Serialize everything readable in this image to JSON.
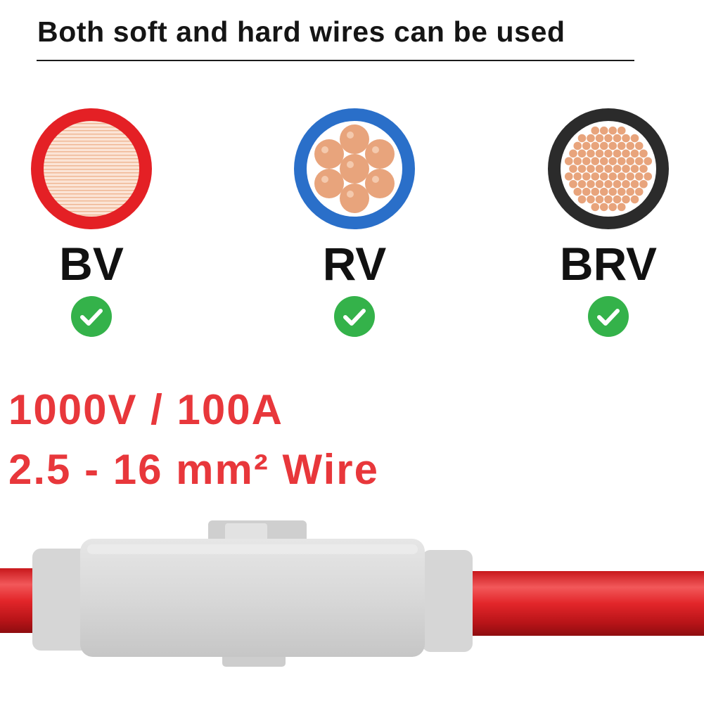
{
  "header": {
    "title": "Both soft and hard wires can be used"
  },
  "wire_types": [
    {
      "label": "BV",
      "ring_color": "#e42025",
      "core": "solid",
      "supported": true
    },
    {
      "label": "RV",
      "ring_color": "#2a6fc9",
      "core": "stranded-7",
      "supported": true
    },
    {
      "label": "BRV",
      "ring_color": "#2b2b2b",
      "core": "fine-stranded",
      "supported": true
    }
  ],
  "icons": {
    "check": "check-circle-icon"
  },
  "colors": {
    "accent_red": "#e8373b",
    "check_green": "#34b24a",
    "copper": "#e8a47c",
    "housing_gray": "#d9d9d9"
  },
  "specs": {
    "rating": "1000V / 100A",
    "wire_range": "2.5 - 16 mm² Wire"
  }
}
